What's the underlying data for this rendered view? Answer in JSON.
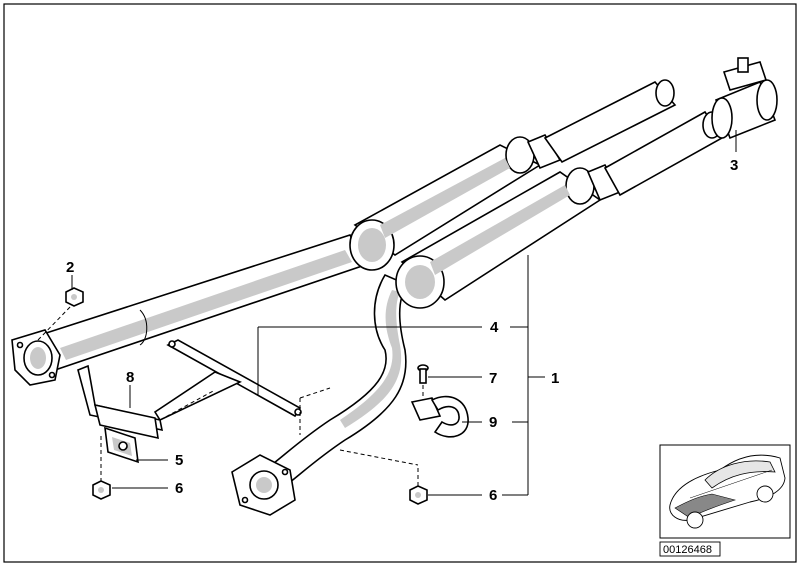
{
  "callouts": {
    "c1": "1",
    "c2": "2",
    "c3": "3",
    "c4": "4",
    "c5": "5",
    "c6a": "6",
    "c6b": "6",
    "c7": "7",
    "c8": "8",
    "c9": "9"
  },
  "inset": {
    "drawing_code": "00126468"
  }
}
